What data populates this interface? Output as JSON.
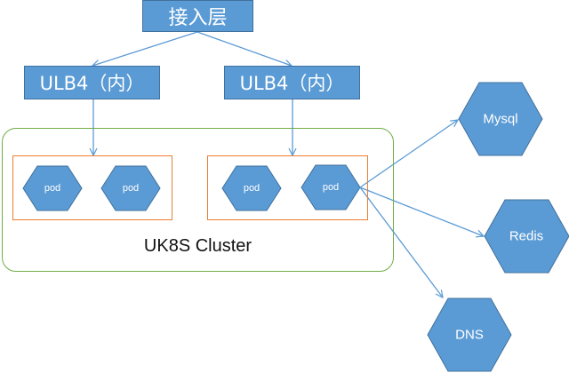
{
  "diagram": {
    "access_layer": {
      "label": "接入层"
    },
    "load_balancers": [
      {
        "label": "ULB4（内）"
      },
      {
        "label": "ULB4（内）"
      }
    ],
    "cluster": {
      "label": "UK8S Cluster"
    },
    "pod_groups": [
      {
        "pods": [
          {
            "label": "pod"
          },
          {
            "label": "pod"
          }
        ]
      },
      {
        "pods": [
          {
            "label": "pod"
          },
          {
            "label": "pod"
          }
        ]
      }
    ],
    "services": [
      {
        "label": "Mysql"
      },
      {
        "label": "Redis"
      },
      {
        "label": "DNS"
      }
    ],
    "colors": {
      "node_fill": "#5b9bd5",
      "node_stroke": "#41719c",
      "arrow": "#5b9bd5",
      "cluster_border": "#70ad47",
      "group_border": "#ed7d31"
    }
  }
}
